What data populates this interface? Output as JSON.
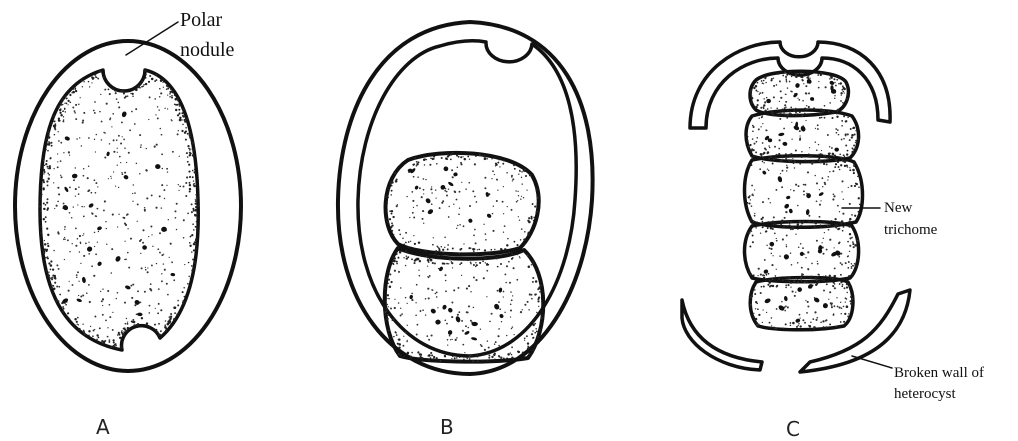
{
  "panels": {
    "a": {
      "letter": "A",
      "labels": {
        "polar_line1": "Polar",
        "polar_line2": "nodule"
      }
    },
    "b": {
      "letter": "B"
    },
    "c": {
      "letter": "C",
      "labels": {
        "new_line1": "New",
        "new_line2": "trichome",
        "wall_line1": "Broken wall of",
        "wall_line2": "heterocyst"
      }
    }
  },
  "colors": {
    "ink": "#111111",
    "background": "#ffffff"
  }
}
